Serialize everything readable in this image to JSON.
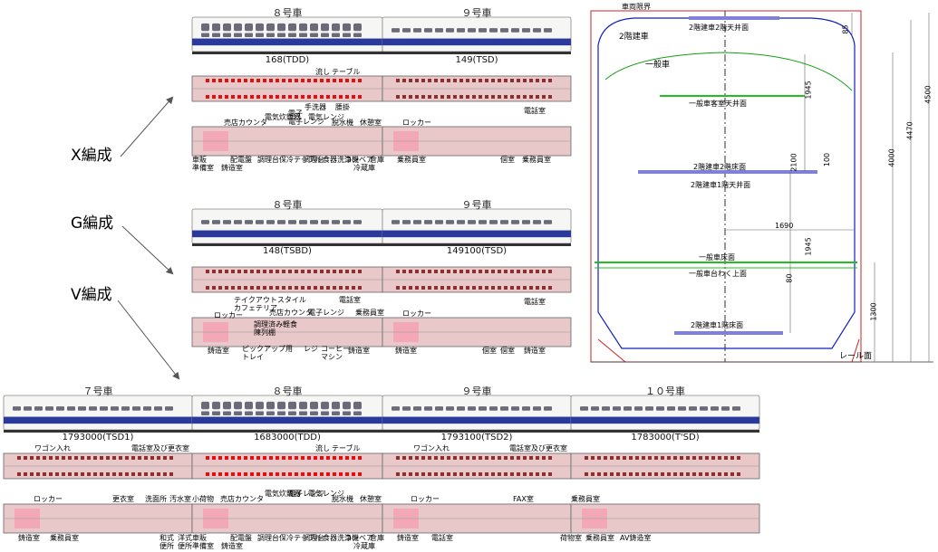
{
  "formations": [
    {
      "label": "X編成"
    },
    {
      "label": "G編成"
    },
    {
      "label": "V編成"
    }
  ],
  "colors": {
    "band": "#2a3a9a",
    "car_body": "#f6f6f4",
    "window": "#6a6a78",
    "floor_plan": "#e8c8c8",
    "red_seat": "#e01010",
    "pink": "#f3a8b8",
    "outline_red": "#d02020",
    "bilevel_curve": "#1020c0",
    "normal_curve": "#10a010",
    "green_line": "#20c020"
  },
  "x_block": {
    "car8": {
      "number": "８号車",
      "model": "168(TDD)"
    },
    "car9": {
      "number": "９号車",
      "model": "149(TSD)"
    },
    "upper_labels": [
      "流し",
      "テーブル",
      "手洗器",
      "腰掛",
      "電話室"
    ],
    "lower_top_labels": [
      "ロッカー",
      "売店カウンタ",
      "電気炊飯器",
      "電子レンジ",
      "電気レンジ",
      "脱水機",
      "休憩室",
      "電子"
    ],
    "lower_bottom_labels": [
      "車販",
      "準備室",
      "配電盤",
      "調理台",
      "保冷テーブル",
      "調理台",
      "食器洗浄機",
      "コンベア",
      "冷蔵庫",
      "倉庫",
      "乗務員室",
      "個室",
      "乗務員室",
      "鋳造室"
    ]
  },
  "g_block": {
    "car8": {
      "number": "８号車",
      "model": "148(TSBD)"
    },
    "car9": {
      "number": "９号車",
      "model": "149100(TSD)"
    },
    "upper_labels": [
      "テイクアウトスタイル",
      "カフェテリア",
      "電話室",
      "電話室"
    ],
    "lower_top_labels": [
      "ロッカー",
      "売店カウンタ",
      "電子レンジ",
      "乗務員室",
      "ロッカー",
      "調理済み軽食",
      "陳列棚"
    ],
    "lower_bottom_labels": [
      "鋳造室",
      "ピックアップ用",
      "トレイ",
      "レジ",
      "コーヒー",
      "マシン",
      "鋳造室",
      "鋳造室",
      "個室",
      "個室",
      "鋳造室"
    ]
  },
  "v_block": {
    "car7": {
      "number": "７号車",
      "model": "1793000(TSD1)"
    },
    "car8": {
      "number": "８号車",
      "model": "1683000(TDD)"
    },
    "car9": {
      "number": "９号車",
      "model": "1793100(TSD2)"
    },
    "car10": {
      "number": "１０号車",
      "model": "1783000(T'SD)"
    },
    "upper_labels": [
      "ワゴン入れ",
      "流し",
      "テーブル",
      "電話室及び更衣室",
      "ワゴン入れ",
      "電話室及び更衣室"
    ],
    "lower_top_labels": [
      "ロッカー",
      "更衣室",
      "洗面所",
      "汚水室",
      "小荷物",
      "売店カウンタ",
      "電気炊飯器",
      "電子レンジ",
      "電気レンジ",
      "脱水機",
      "休憩室",
      "ロッカー",
      "FAX室",
      "乗務員室"
    ],
    "lower_bottom_labels": [
      "鋳造室",
      "乗務員室",
      "和式",
      "洋式",
      "便所",
      "便所",
      "車販",
      "準備室",
      "配電盤",
      "調理台",
      "保冷テーブル",
      "調理台",
      "食器洗浄機",
      "コンベア",
      "冷蔵庫",
      "倉庫",
      "鋳造室",
      "電話室",
      "荷物室",
      "乗務員室",
      "AV鋳造室"
    ]
  },
  "cross_section": {
    "title": "車両限界",
    "labels": {
      "bilevel": "2階建車",
      "normal": "一般車",
      "bilevel_roof": "2階建車2階天井面",
      "normal_ceiling": "一般車客室天井面",
      "bilevel_2f_floor": "2階建車2階床面",
      "bilevel_1f_ceiling": "2階建車1階天井面",
      "normal_floor": "一般車床面",
      "normal_frame": "一般車台わく上面",
      "bilevel_1f_floor": "2階建車1階床面",
      "rail": "レール面"
    },
    "dimensions": [
      "85",
      "1945",
      "2100",
      "100",
      "1690",
      "1945",
      "80",
      "1300",
      "4000",
      "4470",
      "4500"
    ]
  }
}
